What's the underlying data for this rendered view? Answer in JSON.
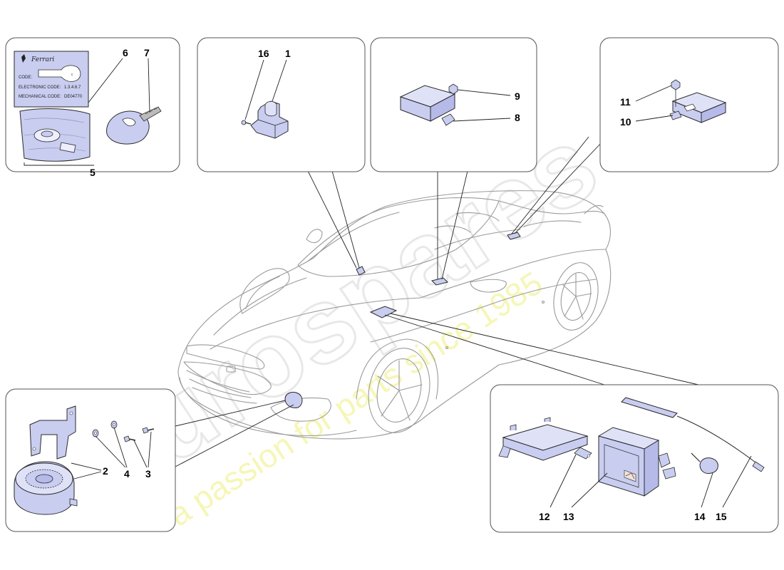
{
  "watermark": {
    "logo_text": "eurospares",
    "tagline": "a passion for parts since 1985"
  },
  "id_card": {
    "brand": "Ferrari",
    "code_label": "CODE:",
    "electronic_code_label": "ELECTRONIC CODE:",
    "electronic_code_value": "1.3.4.6.7",
    "mechanical_code_label": "MECHANICAL CODE:",
    "mechanical_code_value": "DE04770"
  },
  "panels": {
    "top_left": {
      "callouts": [
        "6",
        "7",
        "5"
      ]
    },
    "top_center_left": {
      "callouts": [
        "16",
        "1"
      ]
    },
    "top_center_right": {
      "callouts": [
        "9",
        "8"
      ]
    },
    "top_right": {
      "callouts": [
        "11",
        "10"
      ]
    },
    "bottom_left": {
      "callouts": [
        "2",
        "4",
        "3"
      ]
    },
    "bottom_right": {
      "callouts": [
        "12",
        "13",
        "14",
        "15"
      ]
    }
  },
  "colors": {
    "part_fill": "#c9cdf0",
    "part_stroke": "#2a2a2a",
    "car_line": "#9a9a9a",
    "panel_border": "#555555",
    "leader": "#222222"
  }
}
